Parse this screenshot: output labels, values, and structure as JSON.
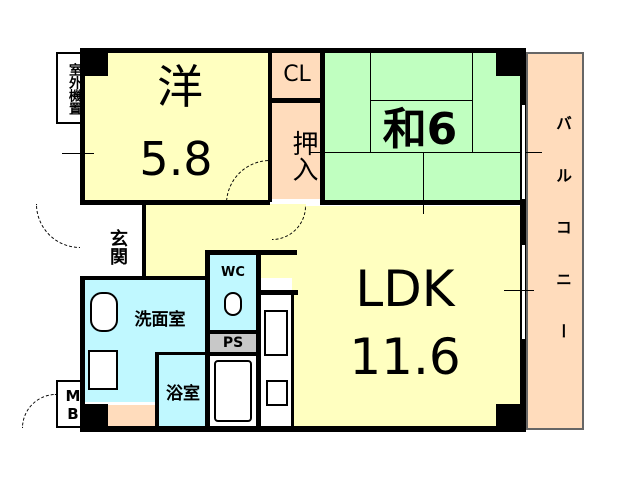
{
  "floor_plan": {
    "rooms": {
      "western_room": {
        "kanji": "洋",
        "size": "5.8"
      },
      "japanese_room": {
        "label": "和6"
      },
      "ldk": {
        "label": "LDK",
        "size": "11.6"
      },
      "closet": {
        "label": "CL"
      },
      "oshiire": {
        "label": "押入"
      },
      "entrance": {
        "label": "玄関"
      },
      "washroom": {
        "label": "洗面室"
      },
      "toilet": {
        "label": "WC"
      },
      "pipe_space": {
        "label": "PS"
      },
      "bathroom": {
        "label": "浴室"
      },
      "meter_box": {
        "label": "MB"
      },
      "outdoor_unit": {
        "label": "室外機置"
      },
      "balcony": {
        "label": "バルコニー"
      }
    },
    "colors": {
      "western": "#ffffc0",
      "japanese": "#c0ffc0",
      "storage": "#ffdcbc",
      "wet_area": "#c0f8ff",
      "pipe_space": "#c8c8c8",
      "wall": "#000000"
    }
  }
}
